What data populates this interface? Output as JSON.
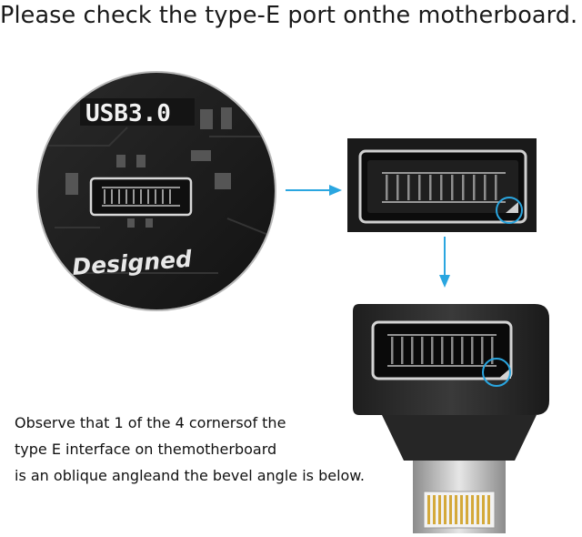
{
  "heading": "Please check the type-E port onthe motherboard.",
  "board_labels": {
    "usb": "USB3.0",
    "designed": "Designed"
  },
  "caption": {
    "line1": "Observe that 1 of the 4 cornersof the",
    "line2": "type E interface on themotherboard",
    "line3": "is an oblique angleand the bevel angle is below."
  },
  "colors": {
    "arrow": "#2aa6e0",
    "highlight_circle": "#2aa6e0",
    "board": "#1c1c1c",
    "adapter_body": "#2b2b2b",
    "pins": "#d4a93a"
  },
  "icons": {
    "arrow_right": "arrow-right-icon",
    "arrow_down": "arrow-down-icon"
  }
}
